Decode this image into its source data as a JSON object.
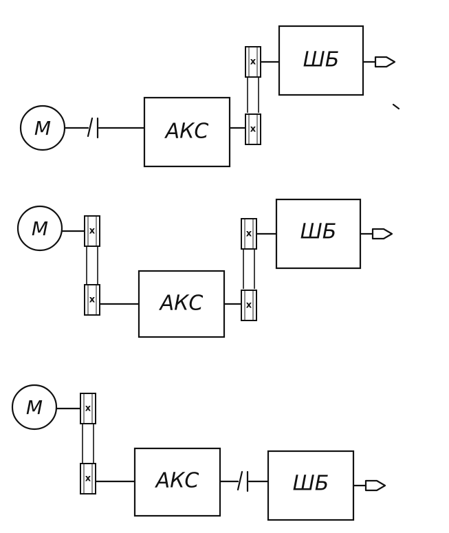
{
  "labels": {
    "motor": "М",
    "gearbox": "АКС",
    "spindle": "ШБ",
    "pulley_mark": "x"
  }
}
